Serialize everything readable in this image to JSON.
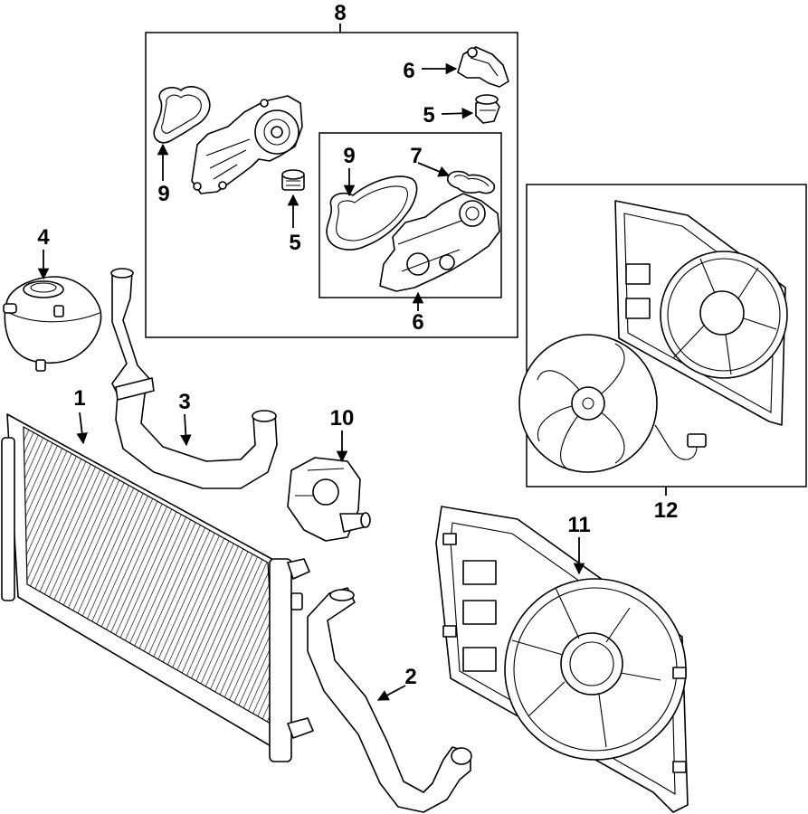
{
  "callouts": {
    "c1": "1",
    "c2": "2",
    "c3": "3",
    "c4": "4",
    "c5a": "5",
    "c5b": "5",
    "c6a": "6",
    "c6b": "6",
    "c7": "7",
    "c8": "8",
    "c9a": "9",
    "c9b": "9",
    "c10": "10",
    "c11": "11",
    "c12": "12"
  }
}
